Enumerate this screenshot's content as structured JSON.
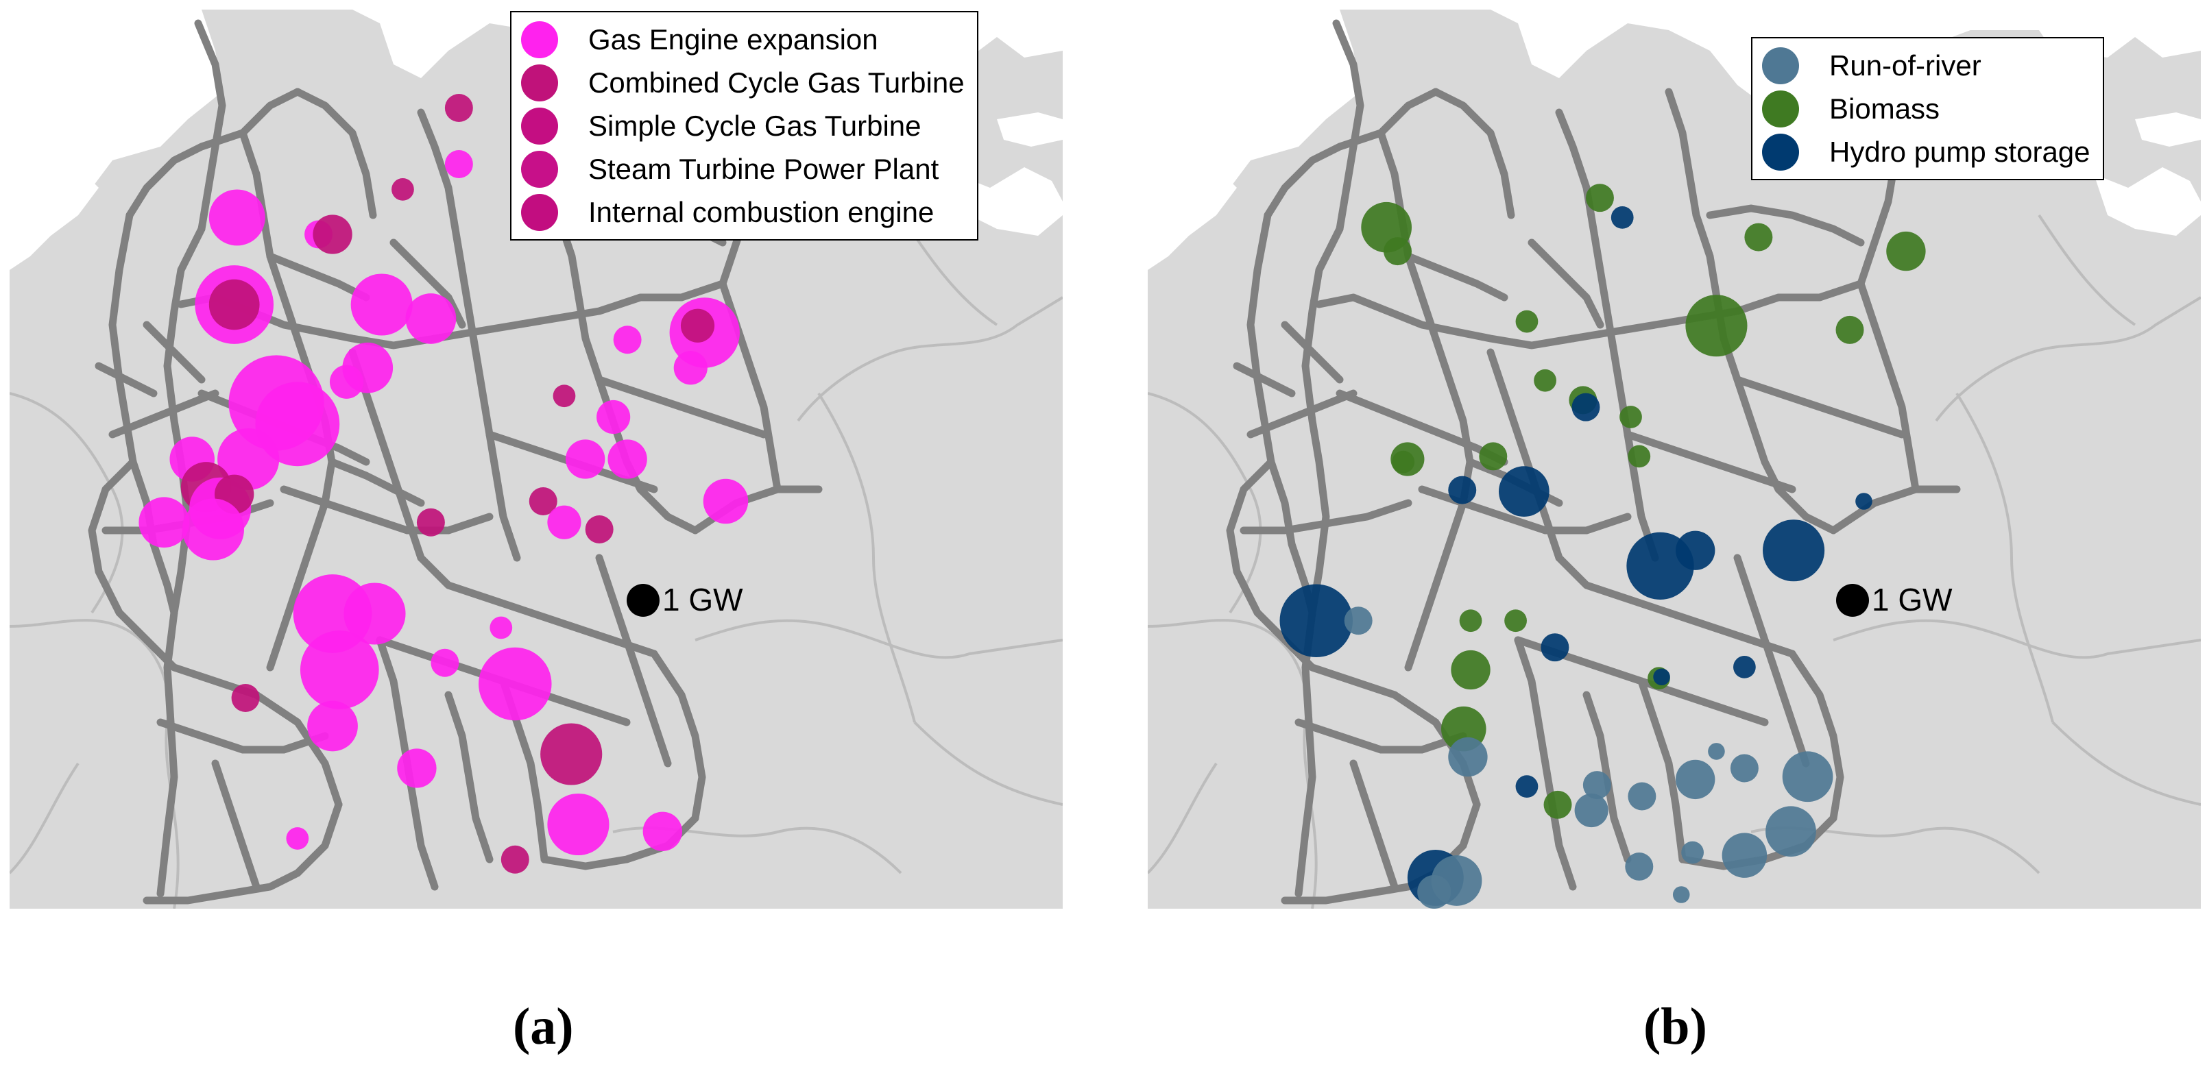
{
  "colors": {
    "land": "#d9d9d9",
    "sea": "#ffffff",
    "border": "#bcbcbc",
    "grid_line": "#808080",
    "gas_engine_expansion": "#ff22ee",
    "ccgt": "#c0127a",
    "scgt": "#c40e82",
    "steam_turbine": "#c71089",
    "ice": "#c20d80",
    "run_of_river": "#4f7894",
    "biomass": "#3f7a22",
    "hydro_pump_storage": "#003a70",
    "scale_marker": "#000000"
  },
  "panel_a": {
    "caption": "(a)",
    "scale_label": "1 GW",
    "legend": [
      {
        "label": "Gas Engine expansion",
        "color": "#ff22ee"
      },
      {
        "label": "Combined Cycle Gas Turbine",
        "color": "#c0127a"
      },
      {
        "label": "Simple Cycle Gas Turbine",
        "color": "#c40e82"
      },
      {
        "label": "Steam Turbine Power Plant",
        "color": "#c71089"
      },
      {
        "label": "Internal combustion engine",
        "color": "#c20d80"
      }
    ]
  },
  "panel_b": {
    "caption": "(b)",
    "scale_label": "1 GW",
    "legend": [
      {
        "label": "Run-of-river",
        "color": "#4f7894"
      },
      {
        "label": "Biomass",
        "color": "#3f7a22"
      },
      {
        "label": "Hydro pump storage",
        "color": "#003a70"
      }
    ]
  }
}
